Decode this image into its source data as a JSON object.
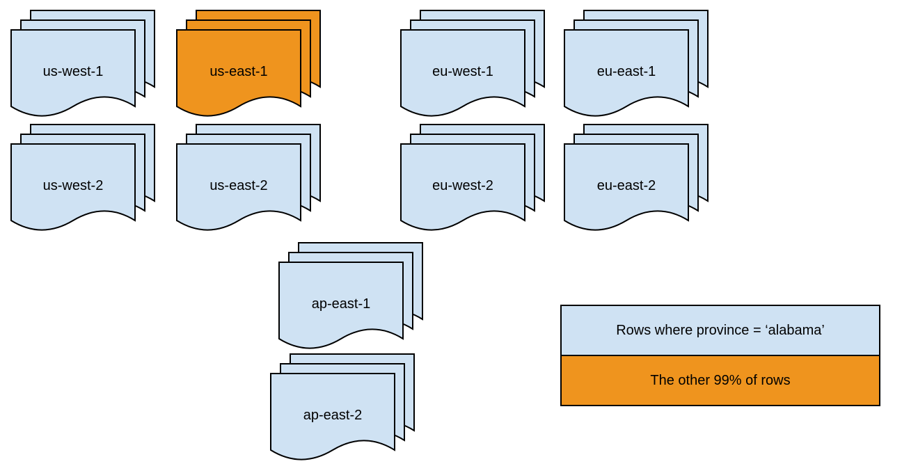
{
  "regions": [
    {
      "label": "us-west-1",
      "variant": "blue"
    },
    {
      "label": "us-east-1",
      "variant": "orange"
    },
    {
      "label": "eu-west-1",
      "variant": "blue"
    },
    {
      "label": "eu-east-1",
      "variant": "blue"
    },
    {
      "label": "us-west-2",
      "variant": "blue"
    },
    {
      "label": "us-east-2",
      "variant": "blue"
    },
    {
      "label": "eu-west-2",
      "variant": "blue"
    },
    {
      "label": "eu-east-2",
      "variant": "blue"
    },
    {
      "label": "ap-east-1",
      "variant": "blue"
    },
    {
      "label": "ap-east-2",
      "variant": "blue"
    }
  ],
  "legend": {
    "items": [
      {
        "label": "Rows where province = ‘alabama’",
        "color": "#cfe2f3"
      },
      {
        "label": "The other 99% of rows",
        "color": "#ef941e"
      }
    ]
  },
  "colors": {
    "blue": "#cfe2f3",
    "orange": "#ef941e",
    "stroke": "#000000"
  }
}
